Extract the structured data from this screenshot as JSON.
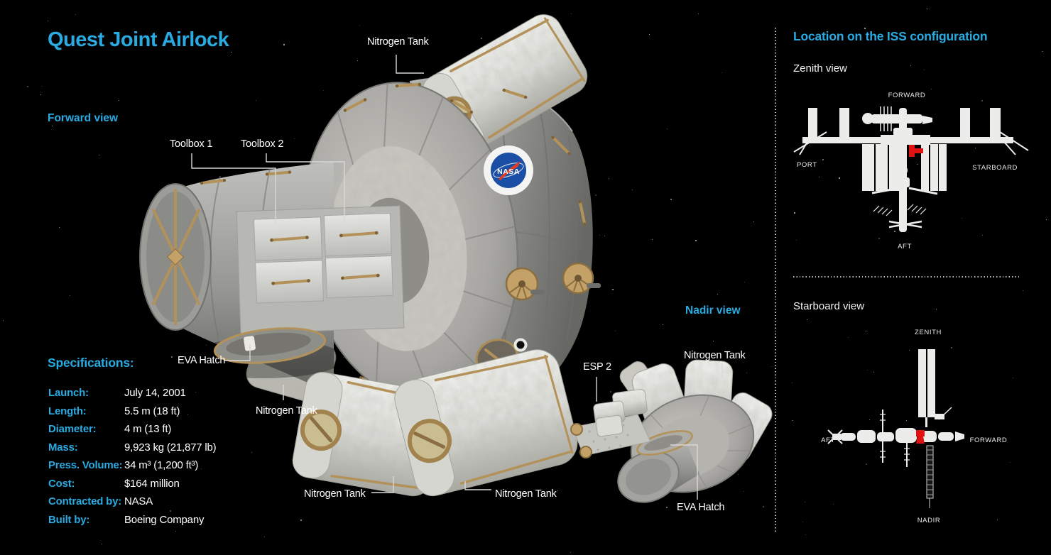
{
  "header": {
    "title": "Quest Joint Airlock"
  },
  "colors": {
    "accent": "#29abe2",
    "background": "#000000",
    "location_marker_red": "#e11212",
    "gold_hardware": "#b3925a",
    "annotation_line": "#d8d8d8"
  },
  "forward_view": {
    "label": "Forward view",
    "annotations": {
      "nitrogen_tank_top": "Nitrogen Tank",
      "toolbox_1": "Toolbox 1",
      "toolbox_2": "Toolbox 2",
      "eva_hatch": "EVA Hatch",
      "nitrogen_tank_left": "Nitrogen Tank",
      "nitrogen_tank_bottom_left": "Nitrogen Tank",
      "nitrogen_tank_bottom_right": "Nitrogen Tank"
    }
  },
  "nadir_view": {
    "label": "Nadir view",
    "annotations": {
      "esp_2": "ESP 2",
      "nitrogen_tank": "Nitrogen Tank",
      "eva_hatch": "EVA Hatch"
    }
  },
  "specifications": {
    "heading": "Specifications:",
    "rows": [
      {
        "label": "Launch:",
        "value": "July 14, 2001"
      },
      {
        "label": "Length:",
        "value": "5.5 m (18 ft)"
      },
      {
        "label": "Diameter:",
        "value": "4 m (13 ft)"
      },
      {
        "label": "Mass:",
        "value": "9,923 kg (21,877 lb)"
      },
      {
        "label": "Press. Volume:",
        "value": "34 m³ (1,200 ft³)"
      },
      {
        "label": "Cost:",
        "value": "$164 million"
      },
      {
        "label": "Contracted by:",
        "value": "NASA"
      },
      {
        "label": "Built by:",
        "value": "Boeing Company"
      }
    ]
  },
  "iss_panel": {
    "heading": "Location on the ISS configuration",
    "zenith_view": {
      "title": "Zenith view",
      "direction_top": "FORWARD",
      "direction_left": "PORT",
      "direction_right": "STARBOARD",
      "direction_bottom": "AFT"
    },
    "starboard_view": {
      "title": "Starboard view",
      "direction_top": "ZENITH",
      "direction_left": "AFT",
      "direction_right": "FORWARD",
      "direction_bottom": "NADIR"
    }
  },
  "logos": {
    "nasa": "NASA"
  }
}
